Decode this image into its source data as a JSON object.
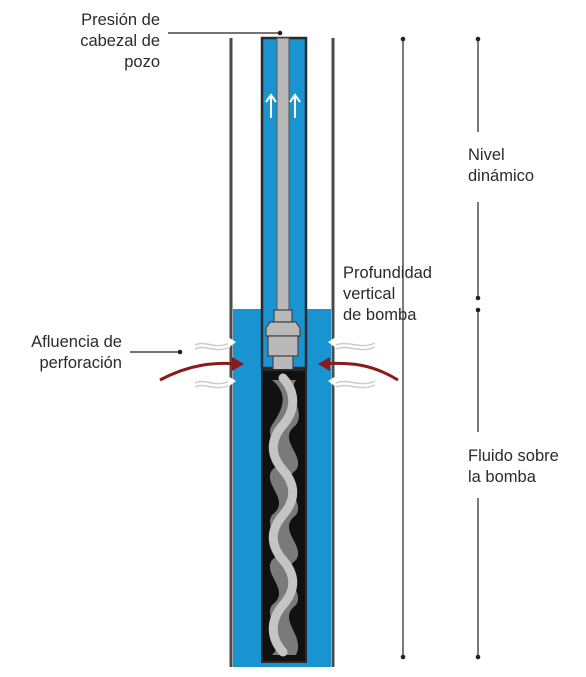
{
  "labels": {
    "wellhead_pressure": "Presión de\ncabezal de\npozo",
    "pump_vertical_depth": "Profundidad\nvertical\nde bomba",
    "perforation_inflow": "Afluencia de\nperforación",
    "dynamic_level": "Nivel\ndinámico",
    "fluid_above_pump": "Fluido sobre\nla bomba"
  },
  "colors": {
    "fluid_blue": "#1a93d1",
    "casing_gray": "#4a4a4a",
    "rod_gray": "#b9b9b9",
    "inflow_arrow": "#8b1a1a",
    "stator_black": "#111111"
  }
}
